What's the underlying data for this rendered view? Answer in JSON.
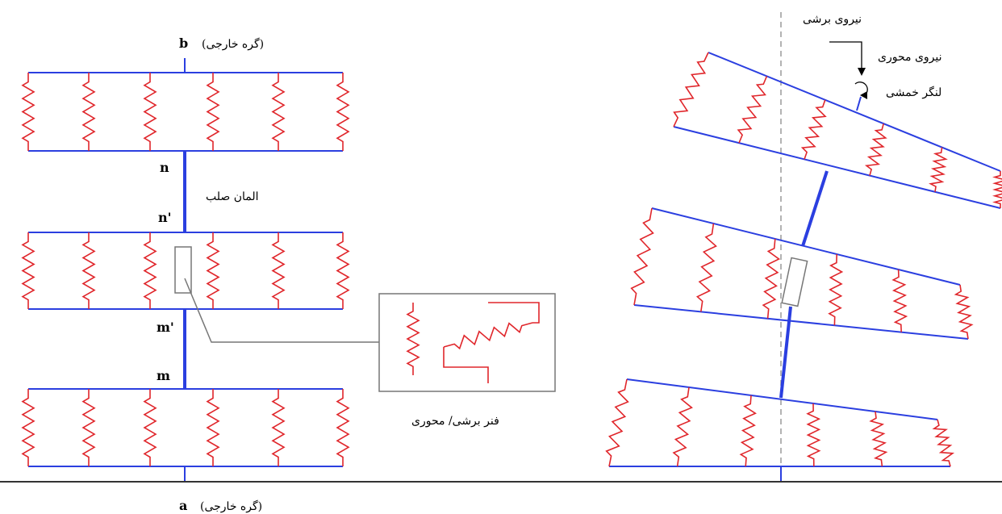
{
  "labels": {
    "node_b": "b",
    "node_b_note": "(گره خارجی)",
    "node_a": "a",
    "node_a_note": "(گره خارجی)",
    "node_n": "n",
    "node_n_prime": "n'",
    "node_m_prime": "m'",
    "node_m": "m",
    "rigid_element": "المان صلب",
    "spring_caption": "فنر برشی/ محوری",
    "shear_force": "نیروی برشی",
    "axial_force": "نیروی محوری",
    "bending_moment": "لنگر خمشی"
  },
  "colors": {
    "beam": "#2b3fe0",
    "spring": "#e0262b",
    "ground": "#333333",
    "centerline": "#9a9a9a",
    "box": "#777777"
  }
}
